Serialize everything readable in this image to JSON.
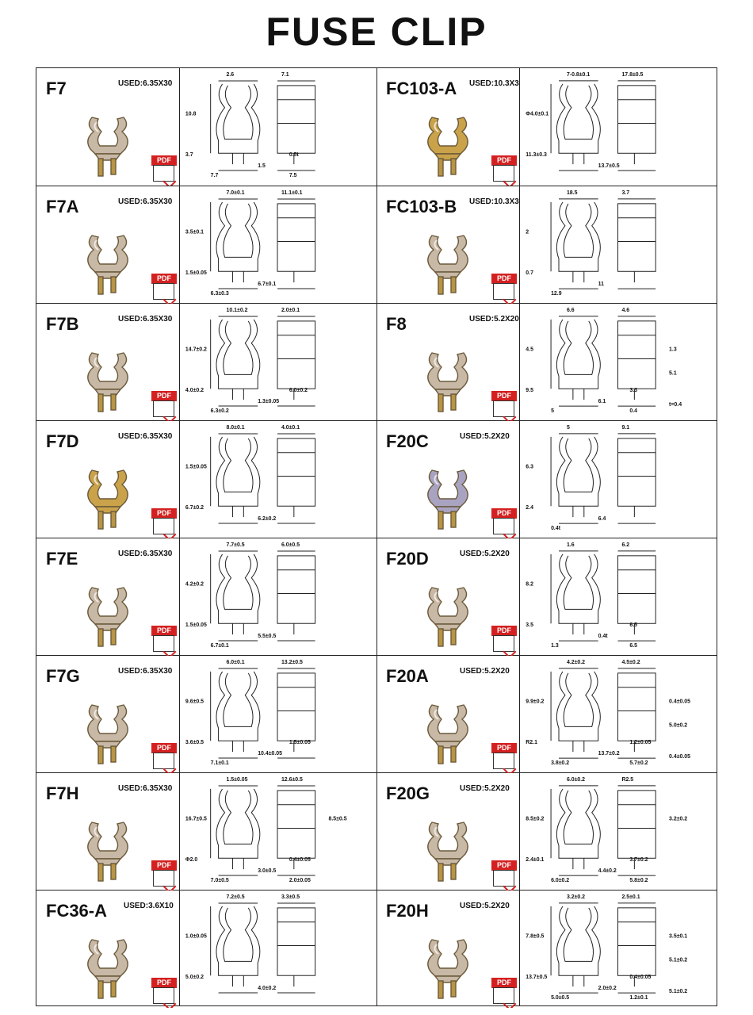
{
  "title": "FUSE CLIP",
  "items": [
    {
      "name": "F7",
      "used": "USED:6.35X30",
      "dims": [
        "2.6",
        "7.1",
        "10.8",
        "3.7",
        "1.5",
        "7.7",
        "0.5t",
        "7.5"
      ]
    },
    {
      "name": "FC103-A",
      "used": "USED:10.3X38",
      "dims": [
        "7-0.8±0.1",
        "17.8±0.5",
        "Φ4.0±0.1",
        "11.3±0.3",
        "13.7±0.5"
      ]
    },
    {
      "name": "F7A",
      "used": "USED:6.35X30",
      "dims": [
        "7.0±0.1",
        "11.1±0.1",
        "3.5±0.1",
        "1.5±0.05",
        "6.7±0.1",
        "6.3±0.3"
      ]
    },
    {
      "name": "FC103-B",
      "used": "USED:10.3X38",
      "dims": [
        "18.5",
        "3.7",
        "2",
        "0.7",
        "11",
        "12.9"
      ]
    },
    {
      "name": "F7B",
      "used": "USED:6.35X30",
      "dims": [
        "10.1±0.2",
        "2.0±0.1",
        "14.7±0.2",
        "4.0±0.2",
        "1.3±0.05",
        "6.3±0.2",
        "6.0±0.2"
      ]
    },
    {
      "name": "F8",
      "used": "USED:5.2X20",
      "dims": [
        "6.6",
        "4.6",
        "4.5",
        "9.5",
        "6.1",
        "5",
        "3.3",
        "0.4",
        "1.3",
        "5.1",
        "t=0.4"
      ]
    },
    {
      "name": "F7D",
      "used": "USED:6.35X30",
      "dims": [
        "8.0±0.1",
        "4.0±0.1",
        "1.5±0.05",
        "6.7±0.2",
        "6.2±0.2"
      ]
    },
    {
      "name": "F20C",
      "used": "USED:5.2X20",
      "dims": [
        "5",
        "9.1",
        "6.3",
        "2.4",
        "6.4",
        "0.4t"
      ]
    },
    {
      "name": "F7E",
      "used": "USED:6.35X30",
      "dims": [
        "7.7±0.5",
        "6.0±0.5",
        "4.2±0.2",
        "1.5±0.05",
        "5.5±0.5",
        "6.7±0.1"
      ]
    },
    {
      "name": "F20D",
      "used": "USED:5.2X20",
      "dims": [
        "1.6",
        "6.2",
        "8.2",
        "3.5",
        "0.4t",
        "1.3",
        "6.5",
        "6.5"
      ]
    },
    {
      "name": "F7G",
      "used": "USED:6.35X30",
      "dims": [
        "6.0±0.1",
        "13.2±0.5",
        "9.6±0.5",
        "3.6±0.5",
        "10.4±0.05",
        "7.1±0.1",
        "1.5±0.05"
      ]
    },
    {
      "name": "F20A",
      "used": "USED:5.2X20",
      "dims": [
        "4.2±0.2",
        "4.5±0.2",
        "9.9±0.2",
        "R2.1",
        "13.7±0.2",
        "3.8±0.2",
        "1.2±0.05",
        "5.7±0.2",
        "0.4±0.05",
        "5.0±0.2",
        "0.4±0.05"
      ]
    },
    {
      "name": "F7H",
      "used": "USED:6.35X30",
      "dims": [
        "1.5±0.05",
        "12.6±0.5",
        "16.7±0.5",
        "Φ2.0",
        "3.0±0.5",
        "7.0±0.5",
        "0.4±0.05",
        "2.0±0.05",
        "8.5±0.5"
      ]
    },
    {
      "name": "F20G",
      "used": "USED:5.2X20",
      "dims": [
        "6.0±0.2",
        "R2.5",
        "8.5±0.2",
        "2.4±0.1",
        "4.4±0.2",
        "6.0±0.2",
        "3.7±0.2",
        "5.8±0.2",
        "3.2±0.2"
      ]
    },
    {
      "name": "FC36-A",
      "used": "USED:3.6X10",
      "dims": [
        "7.2±0.5",
        "3.3±0.5",
        "1.0±0.05",
        "5.0±0.2",
        "4.0±0.2"
      ]
    },
    {
      "name": "F20H",
      "used": "USED:5.2X20",
      "dims": [
        "3.2±0.2",
        "2.5±0.1",
        "7.8±0.5",
        "13.7±0.5",
        "2.0±0.2",
        "5.0±0.5",
        "0.4±0.05",
        "1.2±0.1",
        "3.5±0.1",
        "5.1±0.2",
        "5.1±0.2"
      ]
    }
  ],
  "pdf_label": "PDF",
  "colors": {
    "brass": "#c9a24a",
    "nickel": "#c8b8a6",
    "chrome": "#a9a3c2",
    "pdf_red": "#d42020"
  }
}
